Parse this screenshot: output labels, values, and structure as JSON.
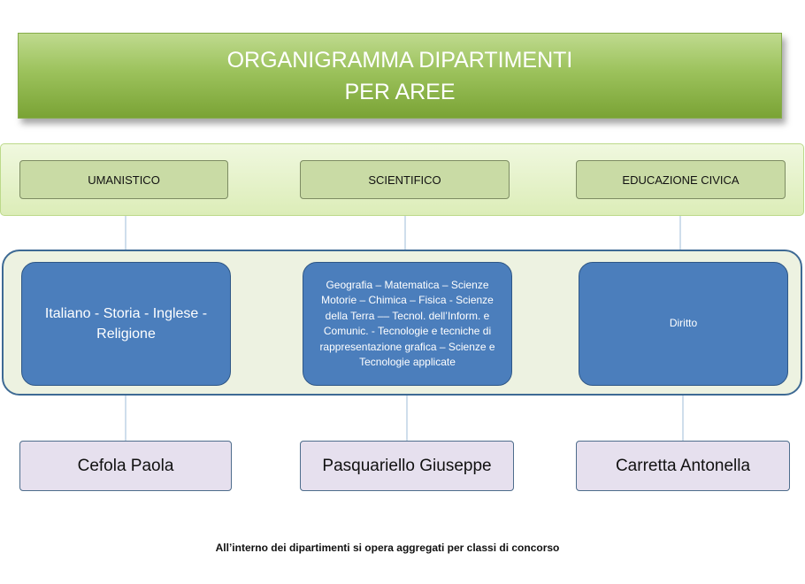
{
  "title": {
    "line1": "ORGANIGRAMMA DIPARTIMENTI",
    "line2": "PER AREE"
  },
  "areas": [
    {
      "label": "UMANISTICO",
      "department": "Italiano - Storia - Inglese  - Religione",
      "coordinator": "Cefola Paola"
    },
    {
      "label": "SCIENTIFICO",
      "department": "Geografia – Matematica – Scienze Motorie  – Chimica – Fisica - Scienze della Terra –– Tecnol. dell’Inform. e Comunic.  - Tecnologie e tecniche di rappresentazione grafica – Scienze e Tecnologie applicate",
      "coordinator": "Pasquariello Giuseppe"
    },
    {
      "label": "EDUCAZIONE CIVICA",
      "department": "Diritto",
      "coordinator": "Carretta Antonella"
    }
  ],
  "footnote": "All’interno dei dipartimenti si opera aggregati per classi di concorso",
  "colors": {
    "title_green": "#9cc25c",
    "area_box": "#c9dba5",
    "department_blue": "#4b7ebc",
    "coordinator_box": "#e6e0ee",
    "connector": "#9fbcd8"
  }
}
